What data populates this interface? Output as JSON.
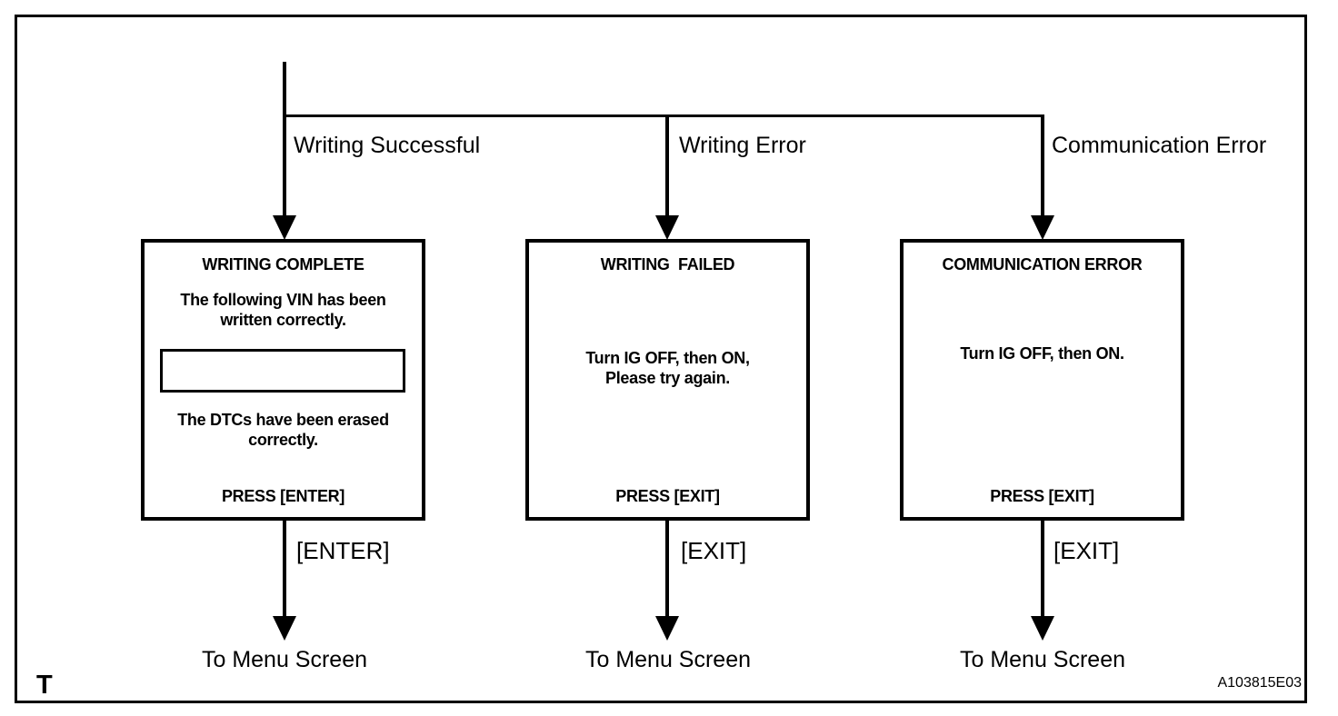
{
  "page": {
    "corner_label": "T",
    "figure_code": "A103815E03"
  },
  "colors": {
    "ink": "#000000",
    "paper": "#ffffff"
  },
  "flow": {
    "branches": [
      {
        "condition": "Writing Successful",
        "key": "[ENTER]",
        "destination": "To Menu Screen",
        "screen": {
          "title": "WRITING COMPLETE",
          "intro_lines": [
            "The following VIN has been",
            "written correctly."
          ],
          "vin_field_value": "",
          "result_lines": [
            "The DTCs have been erased",
            "correctly."
          ],
          "press": "PRESS [ENTER]"
        }
      },
      {
        "condition": "Writing Error",
        "key": "[EXIT]",
        "destination": "To Menu Screen",
        "screen": {
          "title": "WRITING  FAILED",
          "body_lines": [
            "Turn IG OFF, then ON,",
            "Please try again."
          ],
          "press": "PRESS [EXIT]"
        }
      },
      {
        "condition": "Communication Error",
        "key": "[EXIT]",
        "destination": "To Menu Screen",
        "screen": {
          "title": "COMMUNICATION ERROR",
          "body_lines": [
            "Turn IG OFF, then ON."
          ],
          "press": "PRESS [EXIT]"
        }
      }
    ]
  }
}
